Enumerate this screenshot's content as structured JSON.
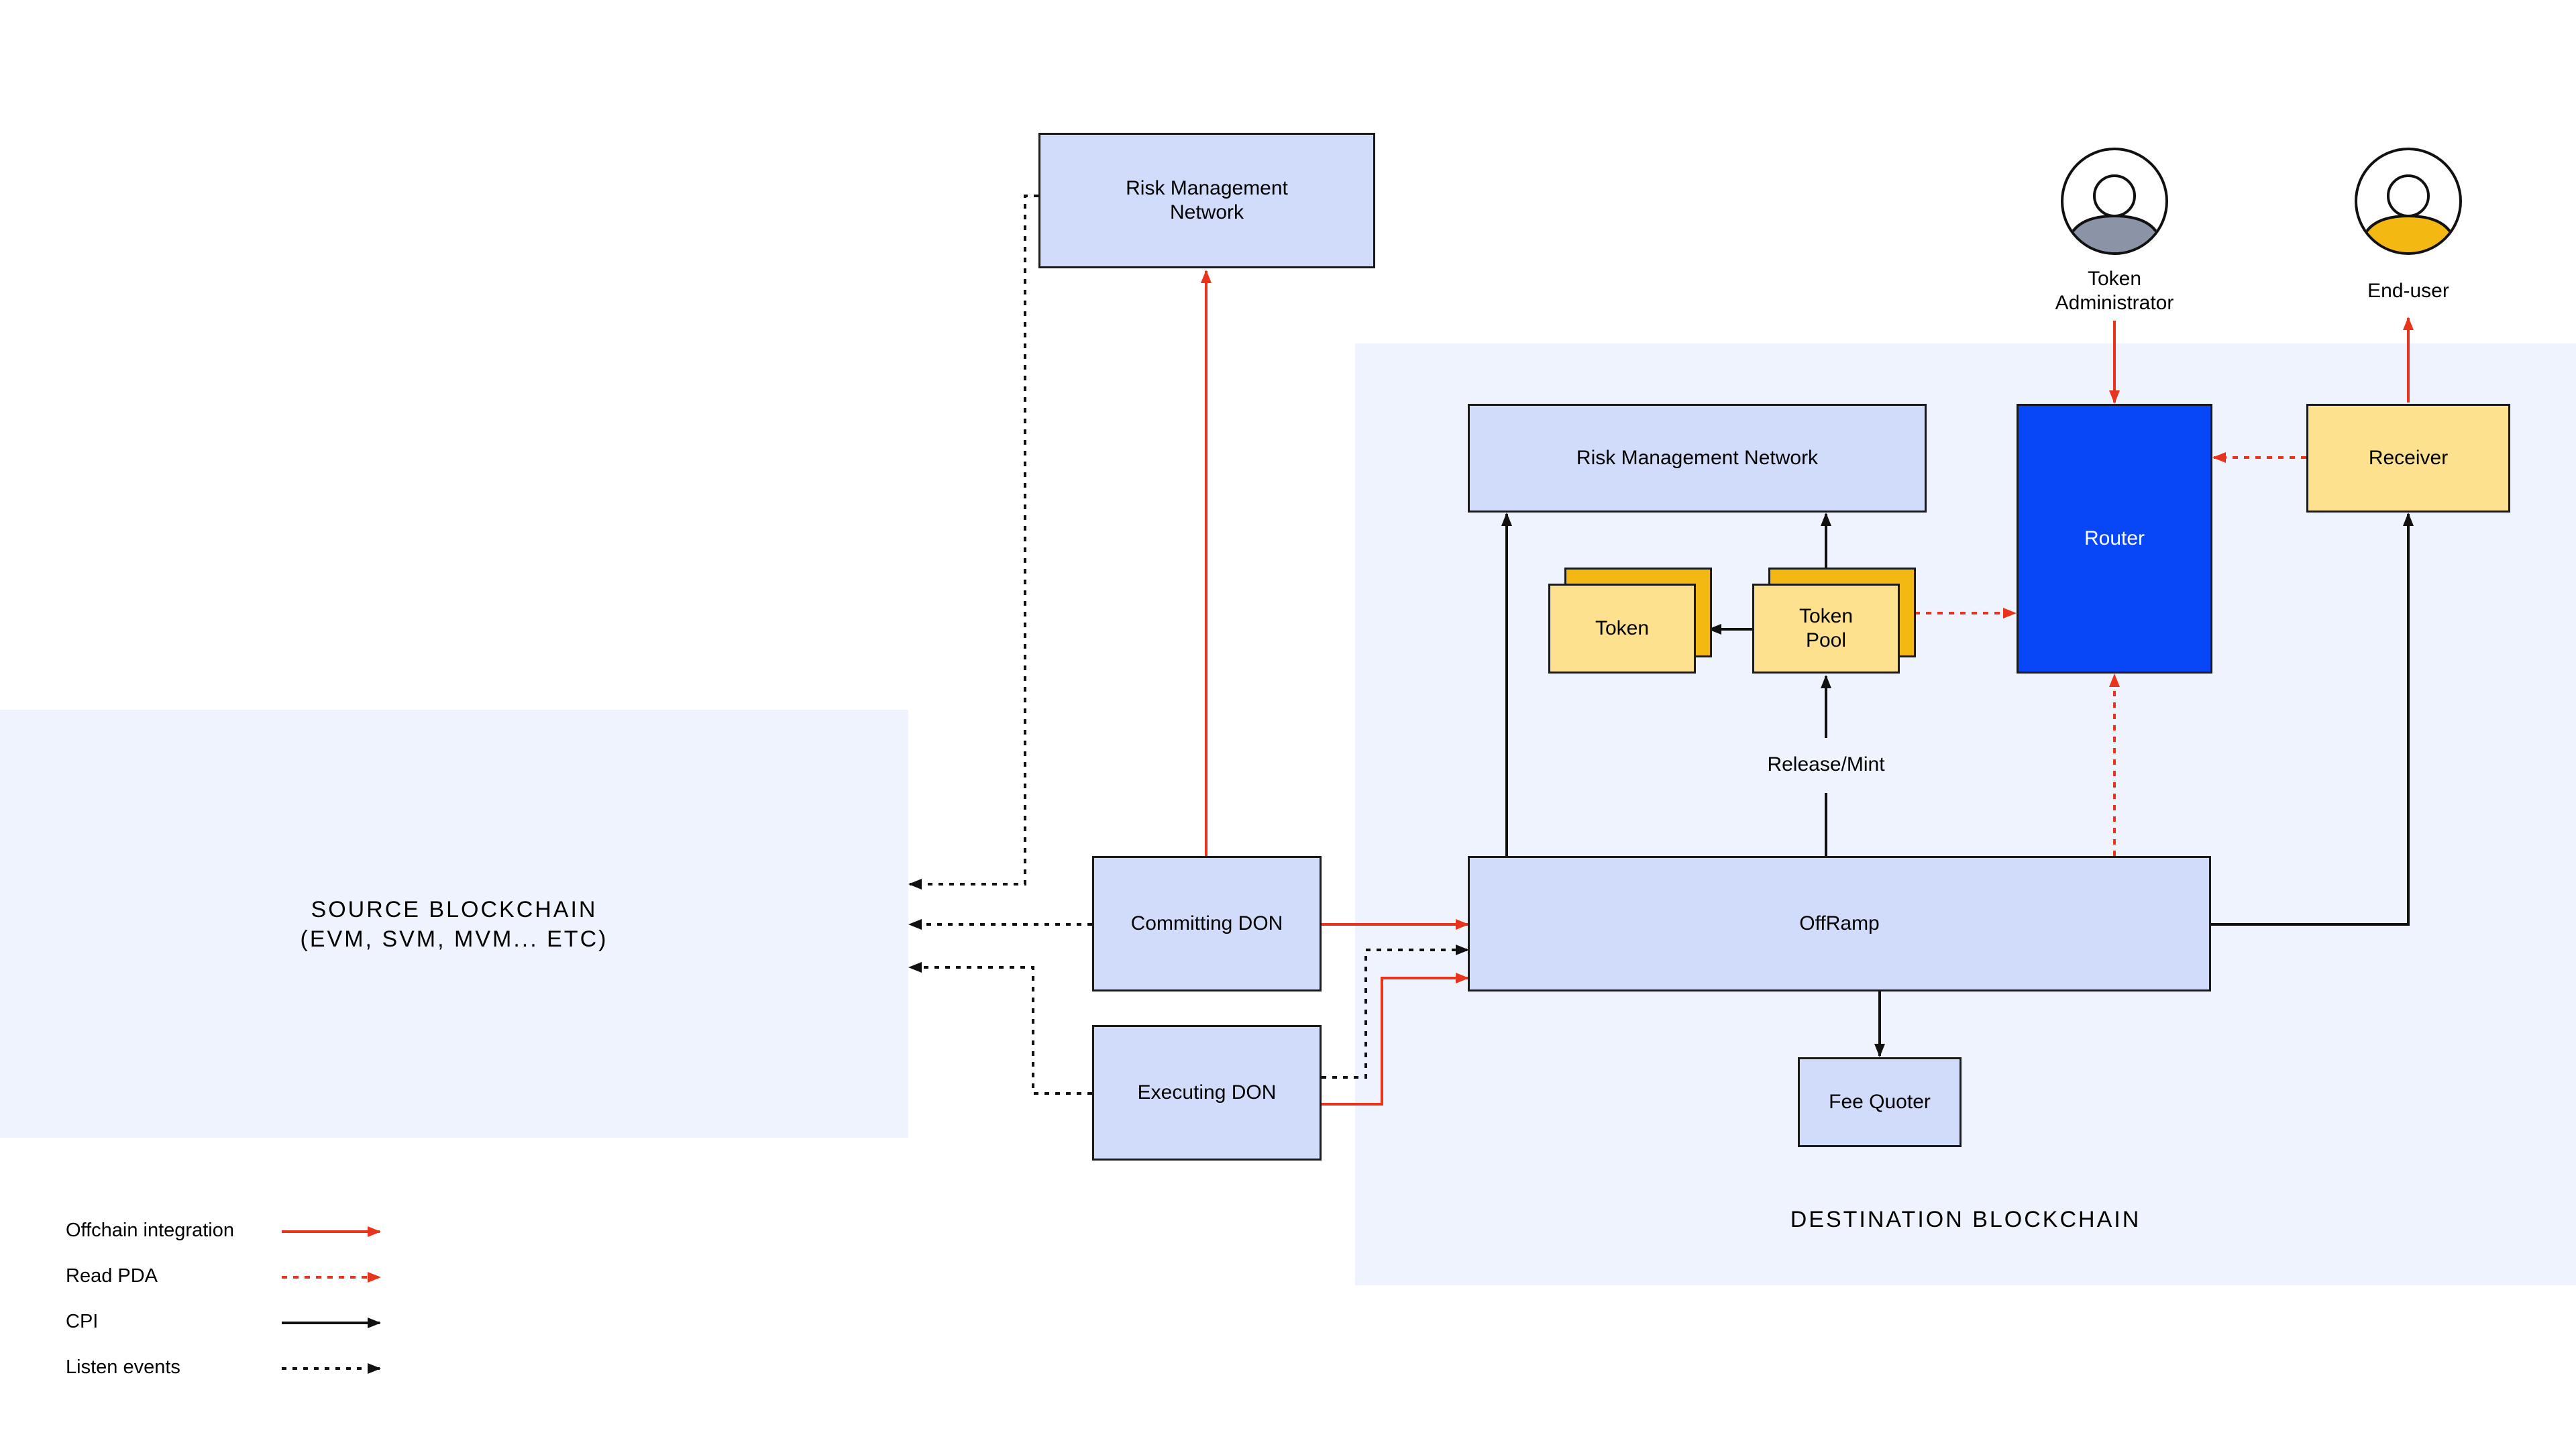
{
  "source": {
    "title": "SOURCE BLOCKCHAIN\n(EVM, SVM, MVM... ETC)"
  },
  "destination": {
    "title": "DESTINATION BLOCKCHAIN"
  },
  "nodes": {
    "rmn_offchain": "Risk Management\nNetwork",
    "rmn_onchain": "Risk Management Network",
    "router": "Router",
    "receiver": "Receiver",
    "token": "Token",
    "token_pool": "Token\nPool",
    "release_mint": "Release/Mint",
    "committing_don": "Committing DON",
    "executing_don": "Executing DON",
    "offramp": "OffRamp",
    "fee_quoter": "Fee Quoter"
  },
  "actors": {
    "token_admin": "Token\nAdministrator",
    "end_user": "End-user"
  },
  "legend": [
    {
      "label": "Offchain integration",
      "style": "solid-red"
    },
    {
      "label": "Read PDA",
      "style": "dotted-red"
    },
    {
      "label": "CPI",
      "style": "solid-black"
    },
    {
      "label": "Listen events",
      "style": "dotted-black"
    }
  ],
  "colors": {
    "accent_red": "#e8341c",
    "line_black": "#111111",
    "node_blue": "#d0dcfa",
    "node_yellow": "#fde18f",
    "router_blue": "#0847f7",
    "region_bg": "#eef3fd",
    "admin_avatar": "#8a94a6",
    "end_user_avatar": "#f3b812"
  }
}
